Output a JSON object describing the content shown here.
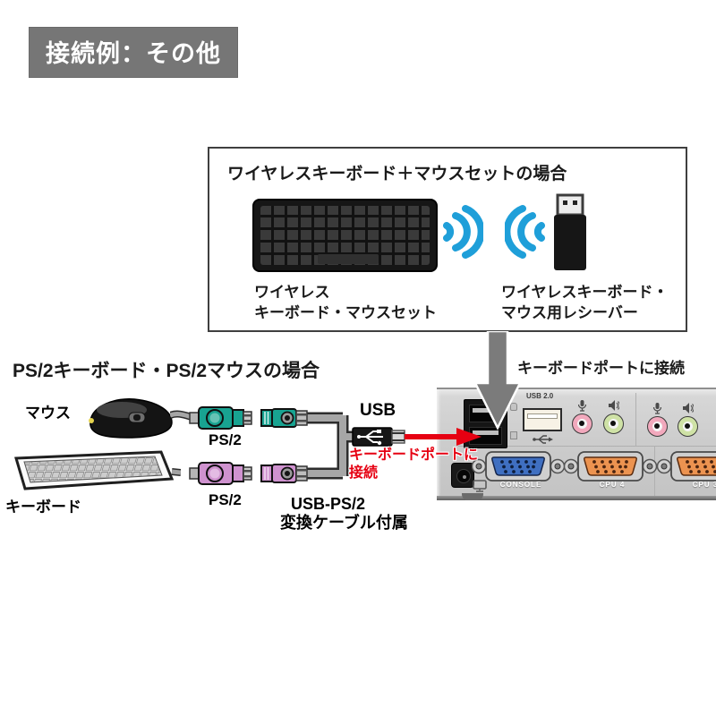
{
  "page": {
    "title": "接続例：その他"
  },
  "wireless_box": {
    "heading": "ワイヤレスキーボード＋マウスセットの場合",
    "set_label_line1": "ワイヤレス",
    "set_label_line2": "キーボード・マウスセット",
    "receiver_label_line1": "ワイヤレスキーボード・",
    "receiver_label_line2": "マウス用レシーバー"
  },
  "ps2_section": {
    "heading": "PS/2キーボード・PS/2マウスの場合",
    "mouse_label": "マウス",
    "keyboard_label": "キーボード",
    "ps2_mouse": "PS/2",
    "ps2_keyboard": "PS/2",
    "usb_label": "USB",
    "adapter_note_line1": "USB-PS/2",
    "adapter_note_line2": "変換ケーブル付属"
  },
  "annotations": {
    "keyboard_port_connect": "キーボードポートに接続",
    "red_note_line1": "キーボードポートに",
    "red_note_line2": "接続"
  },
  "device": {
    "usb2_label": "USB 2.0",
    "console_label": "CONSOLE",
    "cpu4_label": "CPU 4",
    "cpu3_label": "CPU 3"
  },
  "colors": {
    "title_bar_gray": "#767676",
    "accent_red": "#e60012",
    "wifi_blue": "#1f9fd9",
    "ps2_green": "#18a391",
    "ps2_purple": "#cf92cf",
    "vga_console_blue": "#3f6fc1",
    "vga_cpu_orange": "#ec9350",
    "device_silver": "#cccccc"
  }
}
